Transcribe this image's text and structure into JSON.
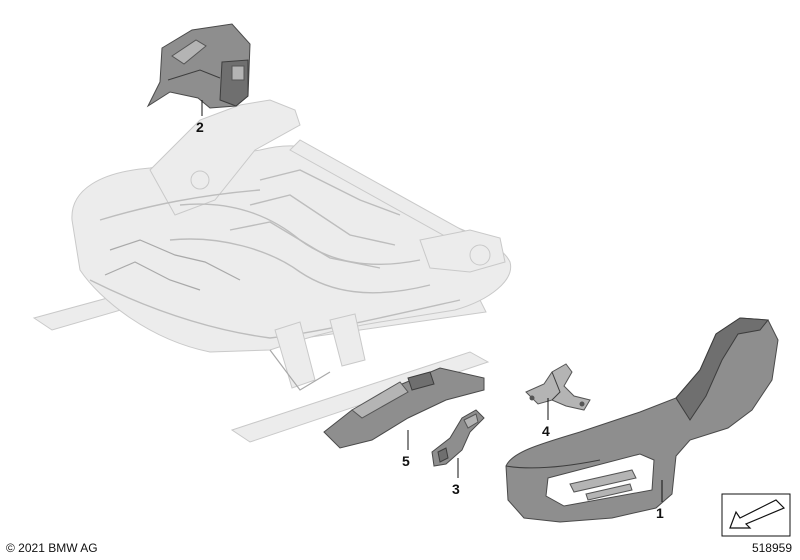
{
  "callouts": {
    "c1": "1",
    "c2": "2",
    "c3": "3",
    "c4": "4",
    "c5": "5"
  },
  "footer": {
    "copyright": "© 2021 BMW AG",
    "diagram_id": "518959"
  },
  "icons": {
    "nav": "arrow-back-icon"
  }
}
